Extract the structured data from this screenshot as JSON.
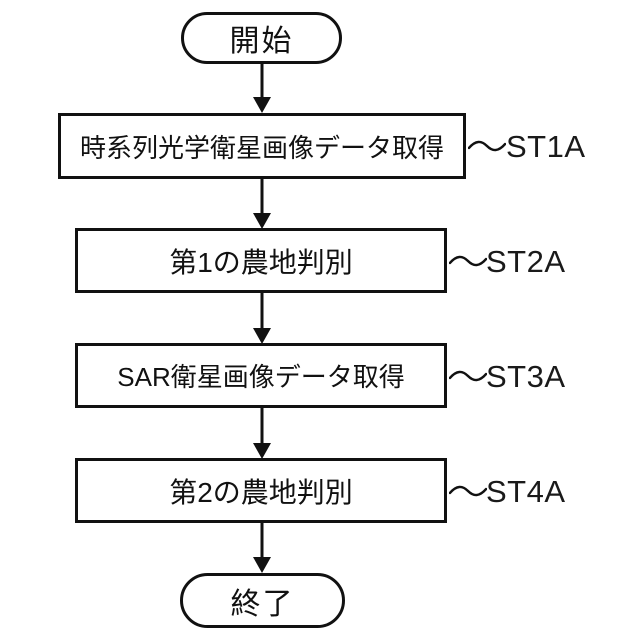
{
  "diagram": {
    "type": "flowchart",
    "background_color": "#ffffff",
    "stroke_color": "#111111",
    "start": {
      "label": "開始"
    },
    "end": {
      "label": "終了"
    },
    "steps": [
      {
        "text": "時系列光学衛星画像データ取得",
        "ref": "ST1A"
      },
      {
        "text": "第1の農地判別",
        "ref": "ST2A"
      },
      {
        "text": "SAR衛星画像データ取得",
        "ref": "ST3A"
      },
      {
        "text": "第2の農地判別",
        "ref": "ST4A"
      }
    ]
  }
}
